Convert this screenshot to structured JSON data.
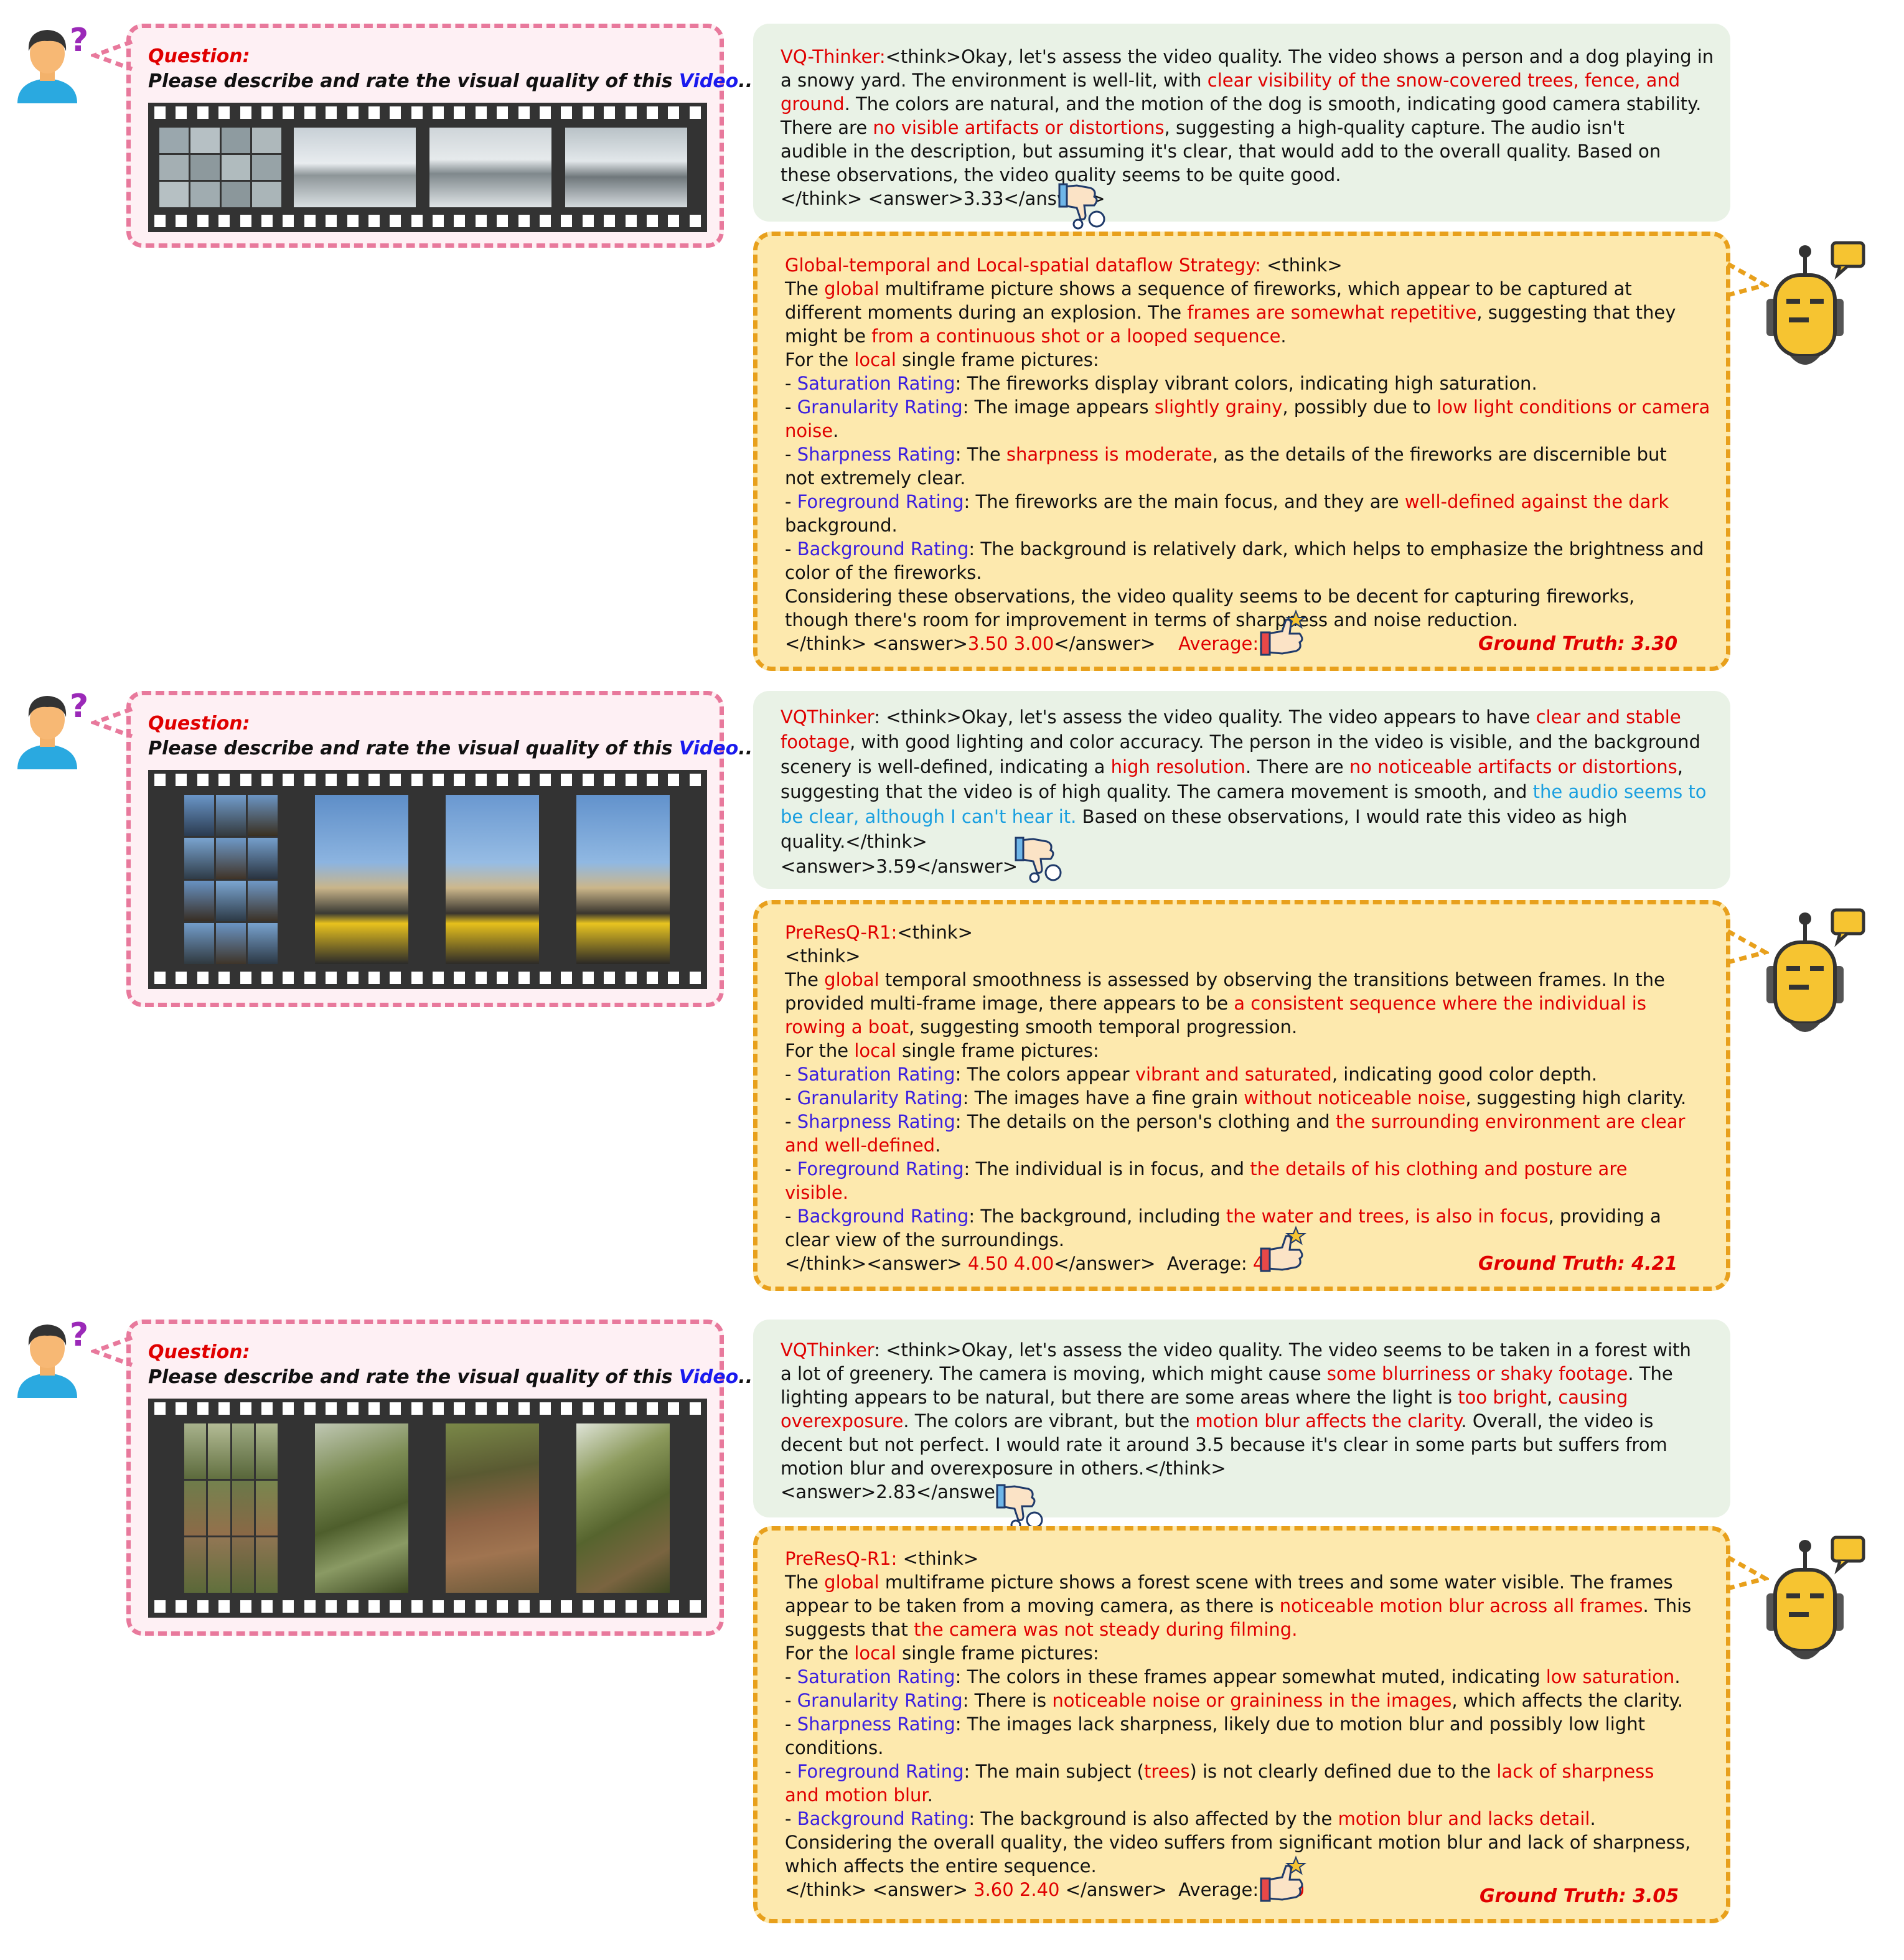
{
  "question": {
    "title": "Question:",
    "text_prefix": "Please describe and rate the visual quality of this ",
    "text_highlight": "Video",
    "text_suffix": "..."
  },
  "colors": {
    "red": "#e00000",
    "blue": "#3a1fe0",
    "cyan": "#1a9fe0",
    "pink_border": "#e8799c",
    "orange_border": "#e8a01c",
    "yellow_bg": "#fde9ae",
    "green_bg": "#e9f2e6"
  },
  "icons": [
    "person-icon",
    "question-mark-icon",
    "robot-icon",
    "thumbs-down-icon",
    "thumbs-up-icon",
    "film-strip-icon"
  ],
  "examples": [
    {
      "baseline": {
        "lines": [
          [
            [
              "r",
              "VQ-Thinker:"
            ],
            [
              "n",
              "<think>Okay, let's assess the video quality. The video shows a person and a dog playing in"
            ]
          ],
          [
            [
              "n",
              "a snowy yard. The environment is well-lit, with "
            ],
            [
              "r",
              "clear visibility of the snow-covered trees, fence, and"
            ]
          ],
          [
            [
              "r",
              "ground"
            ],
            [
              "n",
              ". The colors are natural, and the motion of the dog is smooth, indicating good camera stability."
            ]
          ],
          [
            [
              "n",
              "There are "
            ],
            [
              "r",
              "no visible artifacts or distortions"
            ],
            [
              "n",
              ", suggesting a high-quality capture. The audio isn't"
            ]
          ],
          [
            [
              "n",
              "audible in the description, but assuming it's clear, that would add to the overall quality. Based on"
            ]
          ],
          [
            [
              "n",
              "these observations, the video quality seems to be quite good."
            ]
          ],
          [
            [
              "n",
              "</think> <answer>3.33</answer>"
            ]
          ]
        ]
      },
      "ours": {
        "lines": [
          [
            [
              "r",
              "Global-temporal and Local-spatial dataflow Strategy:"
            ],
            [
              "n",
              " <think>"
            ]
          ],
          [
            [
              "n",
              "The "
            ],
            [
              "r",
              "global"
            ],
            [
              "n",
              " multiframe picture shows a sequence of fireworks, which appear to be captured at"
            ]
          ],
          [
            [
              "n",
              "different moments during an explosion. The "
            ],
            [
              "r",
              "frames are somewhat repetitive"
            ],
            [
              "n",
              ", suggesting that they"
            ]
          ],
          [
            [
              "n",
              "might be "
            ],
            [
              "r",
              "from a continuous shot or a looped sequence"
            ],
            [
              "n",
              "."
            ]
          ],
          [
            [
              "n",
              "For the "
            ],
            [
              "r",
              "local"
            ],
            [
              "n",
              " single frame pictures:"
            ]
          ],
          [
            [
              "n",
              "- "
            ],
            [
              "b",
              "Saturation Rating"
            ],
            [
              "n",
              ": The fireworks display vibrant colors, indicating high saturation."
            ]
          ],
          [
            [
              "n",
              "- "
            ],
            [
              "b",
              "Granularity Rating"
            ],
            [
              "n",
              ": The image appears "
            ],
            [
              "r",
              "slightly grainy"
            ],
            [
              "n",
              ", possibly due to "
            ],
            [
              "r",
              "low light conditions or camera"
            ]
          ],
          [
            [
              "r",
              "noise"
            ],
            [
              "n",
              "."
            ]
          ],
          [
            [
              "n",
              "- "
            ],
            [
              "b",
              "Sharpness Rating"
            ],
            [
              "n",
              ": The "
            ],
            [
              "r",
              "sharpness is moderate"
            ],
            [
              "n",
              ", as the details of the fireworks are discernible but"
            ]
          ],
          [
            [
              "n",
              "not extremely clear."
            ]
          ],
          [
            [
              "n",
              "- "
            ],
            [
              "b",
              "Foreground Rating"
            ],
            [
              "n",
              ": The fireworks are the main focus, and they are "
            ],
            [
              "r",
              "well-defined against the dark"
            ]
          ],
          [
            [
              "n",
              "background."
            ]
          ],
          [
            [
              "n",
              "- "
            ],
            [
              "b",
              "Background Rating"
            ],
            [
              "n",
              ": The background is relatively dark, which helps to emphasize the brightness and"
            ]
          ],
          [
            [
              "n",
              "color of the fireworks."
            ]
          ],
          [
            [
              "n",
              "Considering these observations, the video quality seems to be decent for capturing fireworks,"
            ]
          ],
          [
            [
              "n",
              "though there's room for improvement in terms of sharpness and noise reduction."
            ]
          ],
          [
            [
              "n",
              "</think> <answer>"
            ],
            [
              "r",
              "3.50 3.00"
            ],
            [
              "n",
              "</answer>    "
            ],
            [
              "r",
              "Average:3.90"
            ]
          ]
        ],
        "ground_truth": "Ground Truth: 3.30"
      }
    },
    {
      "baseline": {
        "lines": [
          [
            [
              "r",
              "VQThinker"
            ],
            [
              "n",
              ": <think>Okay, let's assess the video quality. The video appears to have "
            ],
            [
              "r",
              "clear and stable"
            ]
          ],
          [
            [
              "r",
              "footage"
            ],
            [
              "n",
              ", with good lighting and color accuracy. The person in the video is visible, and the background"
            ]
          ],
          [
            [
              "n",
              "scenery is well-defined, indicating a "
            ],
            [
              "r",
              "high resolution"
            ],
            [
              "n",
              ". There are "
            ],
            [
              "r",
              "no noticeable artifacts or distortions"
            ],
            [
              "n",
              ","
            ]
          ],
          [
            [
              "n",
              "suggesting that the video is of high quality. The camera movement is smooth, and "
            ],
            [
              "c",
              "the audio seems to"
            ]
          ],
          [
            [
              "c",
              "be clear, although I can't hear it."
            ],
            [
              "n",
              " Based on these observations, I would rate this video as high"
            ]
          ],
          [
            [
              "n",
              "quality.</think>"
            ]
          ],
          [
            [
              "n",
              "<answer>3.59</answer>"
            ]
          ]
        ]
      },
      "ours": {
        "lines": [
          [
            [
              "r",
              "PreResQ-R1:"
            ],
            [
              "n",
              "<think>"
            ]
          ],
          [
            [
              "n",
              "<think>"
            ]
          ],
          [
            [
              "n",
              "The "
            ],
            [
              "r",
              "global"
            ],
            [
              "n",
              " temporal smoothness is assessed by observing the transitions between frames. In the"
            ]
          ],
          [
            [
              "n",
              "provided multi-frame image, there appears to be "
            ],
            [
              "r",
              "a consistent sequence where the individual is"
            ]
          ],
          [
            [
              "r",
              "rowing a boat"
            ],
            [
              "n",
              ", suggesting smooth temporal progression."
            ]
          ],
          [
            [
              "n",
              "For the "
            ],
            [
              "r",
              "local"
            ],
            [
              "n",
              " single frame pictures:"
            ]
          ],
          [
            [
              "n",
              "- "
            ],
            [
              "b",
              "Saturation Rating"
            ],
            [
              "n",
              ": The colors appear "
            ],
            [
              "r",
              "vibrant and saturated"
            ],
            [
              "n",
              ", indicating good color depth."
            ]
          ],
          [
            [
              "n",
              "- "
            ],
            [
              "b",
              "Granularity Rating"
            ],
            [
              "n",
              ": The images have a fine grain "
            ],
            [
              "r",
              "without noticeable noise"
            ],
            [
              "n",
              ", suggesting high clarity."
            ]
          ],
          [
            [
              "n",
              "- "
            ],
            [
              "b",
              "Sharpness Rating"
            ],
            [
              "n",
              ": The details on the person's clothing and "
            ],
            [
              "r",
              "the surrounding environment are clear"
            ]
          ],
          [
            [
              "r",
              "and well-defined"
            ],
            [
              "n",
              "."
            ]
          ],
          [
            [
              "n",
              "- "
            ],
            [
              "b",
              "Foreground Rating"
            ],
            [
              "n",
              ": The individual is in focus, and "
            ],
            [
              "r",
              "the details of his clothing and posture are"
            ]
          ],
          [
            [
              "r",
              "visible."
            ]
          ],
          [
            [
              "n",
              "- "
            ],
            [
              "b",
              "Background Rating"
            ],
            [
              "n",
              ": The background, including "
            ],
            [
              "r",
              "the water and trees, is also in focus"
            ],
            [
              "n",
              ", providing a"
            ]
          ],
          [
            [
              "n",
              "clear view of the surroundings."
            ]
          ],
          [
            [
              "n",
              "</think><answer> "
            ],
            [
              "r",
              "4.50 4.00"
            ],
            [
              "n",
              "</answer>  Average: "
            ],
            [
              "r",
              "4.25"
            ]
          ]
        ],
        "ground_truth": "Ground Truth: 4.21"
      }
    },
    {
      "baseline": {
        "lines": [
          [
            [
              "r",
              "VQThinker"
            ],
            [
              "n",
              ": <think>Okay, let's assess the video quality. The video seems to be taken in a forest with"
            ]
          ],
          [
            [
              "n",
              "a lot of greenery. The camera is moving, which might cause "
            ],
            [
              "r",
              "some blurriness or shaky footage"
            ],
            [
              "n",
              ". The"
            ]
          ],
          [
            [
              "n",
              "lighting appears to be natural, but there are some areas where the light is "
            ],
            [
              "r",
              "too bright"
            ],
            [
              "n",
              ", "
            ],
            [
              "r",
              "causing"
            ]
          ],
          [
            [
              "r",
              "overexposure"
            ],
            [
              "n",
              ". The colors are vibrant, but the "
            ],
            [
              "r",
              "motion blur affects the clarity"
            ],
            [
              "n",
              ". Overall, the video is"
            ]
          ],
          [
            [
              "n",
              "decent but not perfect. I would rate it around 3.5 because it's clear in some parts but suffers from"
            ]
          ],
          [
            [
              "n",
              "motion blur and overexposure in others.</think>"
            ]
          ],
          [
            [
              "n",
              "<answer>2.83</answer>"
            ]
          ]
        ]
      },
      "ours": {
        "lines": [
          [
            [
              "r",
              "PreResQ-R1:"
            ],
            [
              "n",
              " <think>"
            ]
          ],
          [
            [
              "n",
              "The "
            ],
            [
              "r",
              "global"
            ],
            [
              "n",
              " multiframe picture shows a forest scene with trees and some water visible. The frames"
            ]
          ],
          [
            [
              "n",
              "appear to be taken from a moving camera, as there is "
            ],
            [
              "r",
              "noticeable motion blur across all frames"
            ],
            [
              "n",
              ". This"
            ]
          ],
          [
            [
              "n",
              "suggests that "
            ],
            [
              "r",
              "the camera was not steady during filming."
            ]
          ],
          [
            [
              "n",
              "For the "
            ],
            [
              "r",
              "local"
            ],
            [
              "n",
              " single frame pictures:"
            ]
          ],
          [
            [
              "n",
              "- "
            ],
            [
              "b",
              "Saturation Rating"
            ],
            [
              "n",
              ": The colors in these frames appear somewhat muted, indicating "
            ],
            [
              "r",
              "low saturation"
            ],
            [
              "n",
              "."
            ]
          ],
          [
            [
              "n",
              "- "
            ],
            [
              "b",
              "Granularity Rating"
            ],
            [
              "n",
              ": There is "
            ],
            [
              "r",
              "noticeable noise or graininess in the images"
            ],
            [
              "n",
              ", which affects the clarity."
            ]
          ],
          [
            [
              "n",
              "- "
            ],
            [
              "b",
              "Sharpness Rating"
            ],
            [
              "n",
              ": The images lack sharpness, likely due to motion blur and possibly low light"
            ]
          ],
          [
            [
              "n",
              "conditions."
            ]
          ],
          [
            [
              "n",
              "- "
            ],
            [
              "b",
              "Foreground Rating"
            ],
            [
              "n",
              ": The main subject ("
            ],
            [
              "r",
              "trees"
            ],
            [
              "n",
              ") is not clearly defined due to the "
            ],
            [
              "r",
              "lack of sharpness"
            ]
          ],
          [
            [
              "r",
              "and motion blur"
            ],
            [
              "n",
              "."
            ]
          ],
          [
            [
              "n",
              "- "
            ],
            [
              "b",
              "Background Rating"
            ],
            [
              "n",
              ": The background is also affected by the "
            ],
            [
              "r",
              "motion blur and lacks detail"
            ],
            [
              "n",
              "."
            ]
          ],
          [
            [
              "n",
              "Considering the overall quality, the video suffers from significant motion blur and lack of sharpness,"
            ]
          ],
          [
            [
              "n",
              "which affects the entire sequence."
            ]
          ],
          [
            [
              "n",
              "</think> <answer> "
            ],
            [
              "r",
              "3.60 2.40"
            ],
            [
              "n",
              " </answer>  Average: "
            ],
            [
              "r",
              "3.00"
            ]
          ]
        ],
        "ground_truth": "Ground Truth: 3.05"
      }
    }
  ]
}
